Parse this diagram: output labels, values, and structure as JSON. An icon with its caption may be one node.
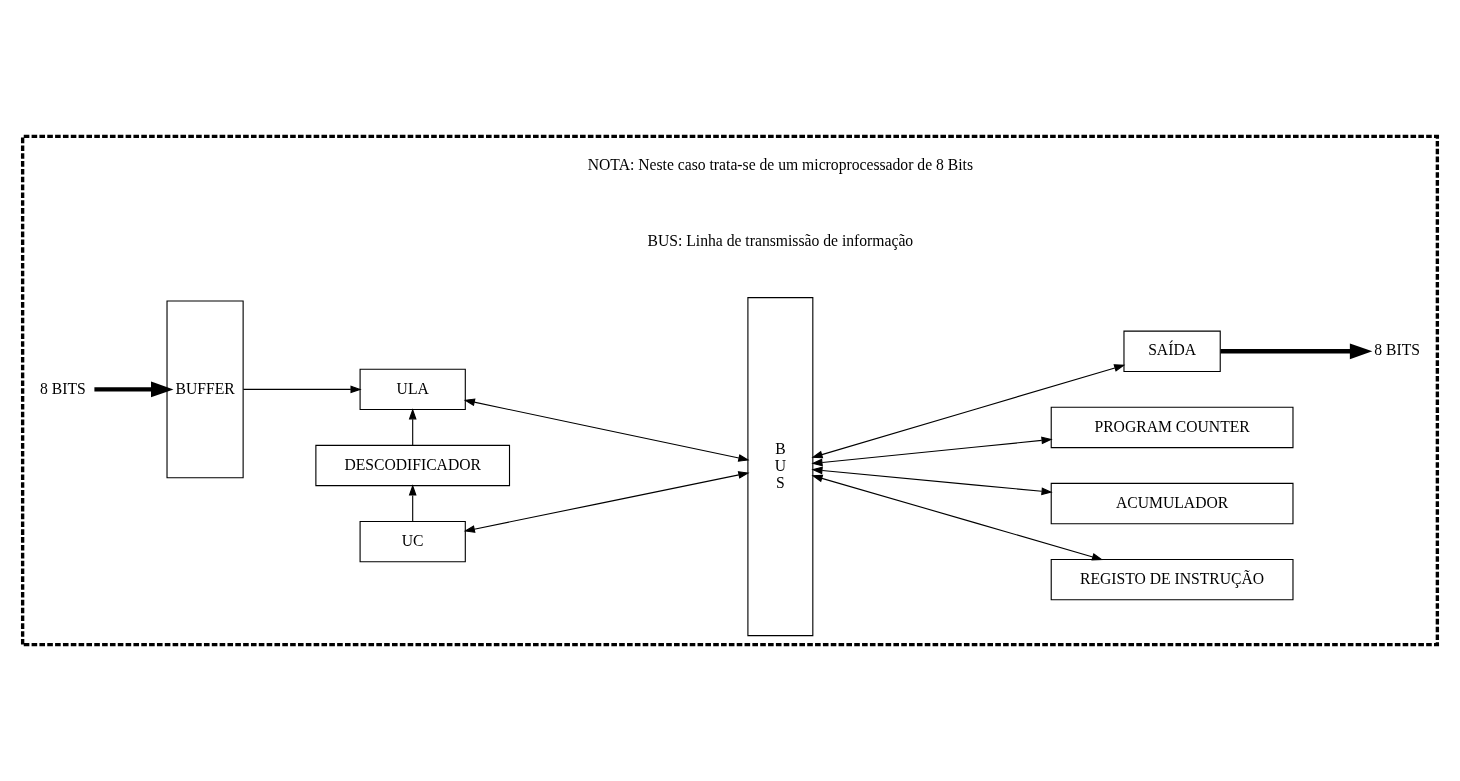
{
  "diagram": {
    "nodes": [
      {
        "text": [],
        "shape": "box"
      },
      {
        "text": [
          "8 BITS"
        ],
        "in": 0
      },
      {
        "text": [
          "BUFFER"
        ],
        "in": 0
      },
      {
        "text": [
          "ULA"
        ],
        "in": 0
      },
      {
        "text": [
          "DESCODIFICADOR"
        ],
        "in": 0
      },
      {
        "text": [
          "UC"
        ],
        "in": 0
      },
      {
        "text": [
          "B",
          "U",
          "S"
        ],
        "in": 0
      },
      {
        "text": [
          "REGISTO DE INSTRUÇÃO"
        ],
        "in": 0
      },
      {
        "text": [
          "ACUMULADOR"
        ],
        "in": 0
      },
      {
        "text": [
          "PROGRAM COUNTER"
        ],
        "in": 0
      },
      {
        "text": [
          "SAÍDA"
        ],
        "in": 0
      },
      {
        "text": [
          "8 BITS"
        ],
        "in": 0
      }
    ],
    "edges": [
      {
        "from": 1,
        "to": 2,
        "arrow": "to",
        "style": "thick"
      },
      {
        "from": 2,
        "to": 3,
        "arrow": "to"
      },
      {
        "from": 3,
        "to": 6,
        "arrow": "both"
      },
      {
        "from": 4,
        "to": 3,
        "arrow": "to"
      },
      {
        "from": 5,
        "to": 4,
        "arrow": "to"
      },
      {
        "from": 5,
        "to": 6,
        "arrow": "both"
      },
      {
        "from": 6,
        "to": 7,
        "arrow": "both"
      },
      {
        "from": 6,
        "to": 8,
        "arrow": "both"
      },
      {
        "from": 6,
        "to": 9,
        "arrow": "both"
      },
      {
        "from": 6,
        "to": 10,
        "arrow": "both"
      },
      {
        "from": 10,
        "to": 11,
        "arrow": "to",
        "style": "thick"
      }
    ],
    "labels": [
      "BUS: Linha de transmissão de informação",
      "NOTA: Neste caso trata-se de um microprocessador de 8 Bits"
    ]
  }
}
